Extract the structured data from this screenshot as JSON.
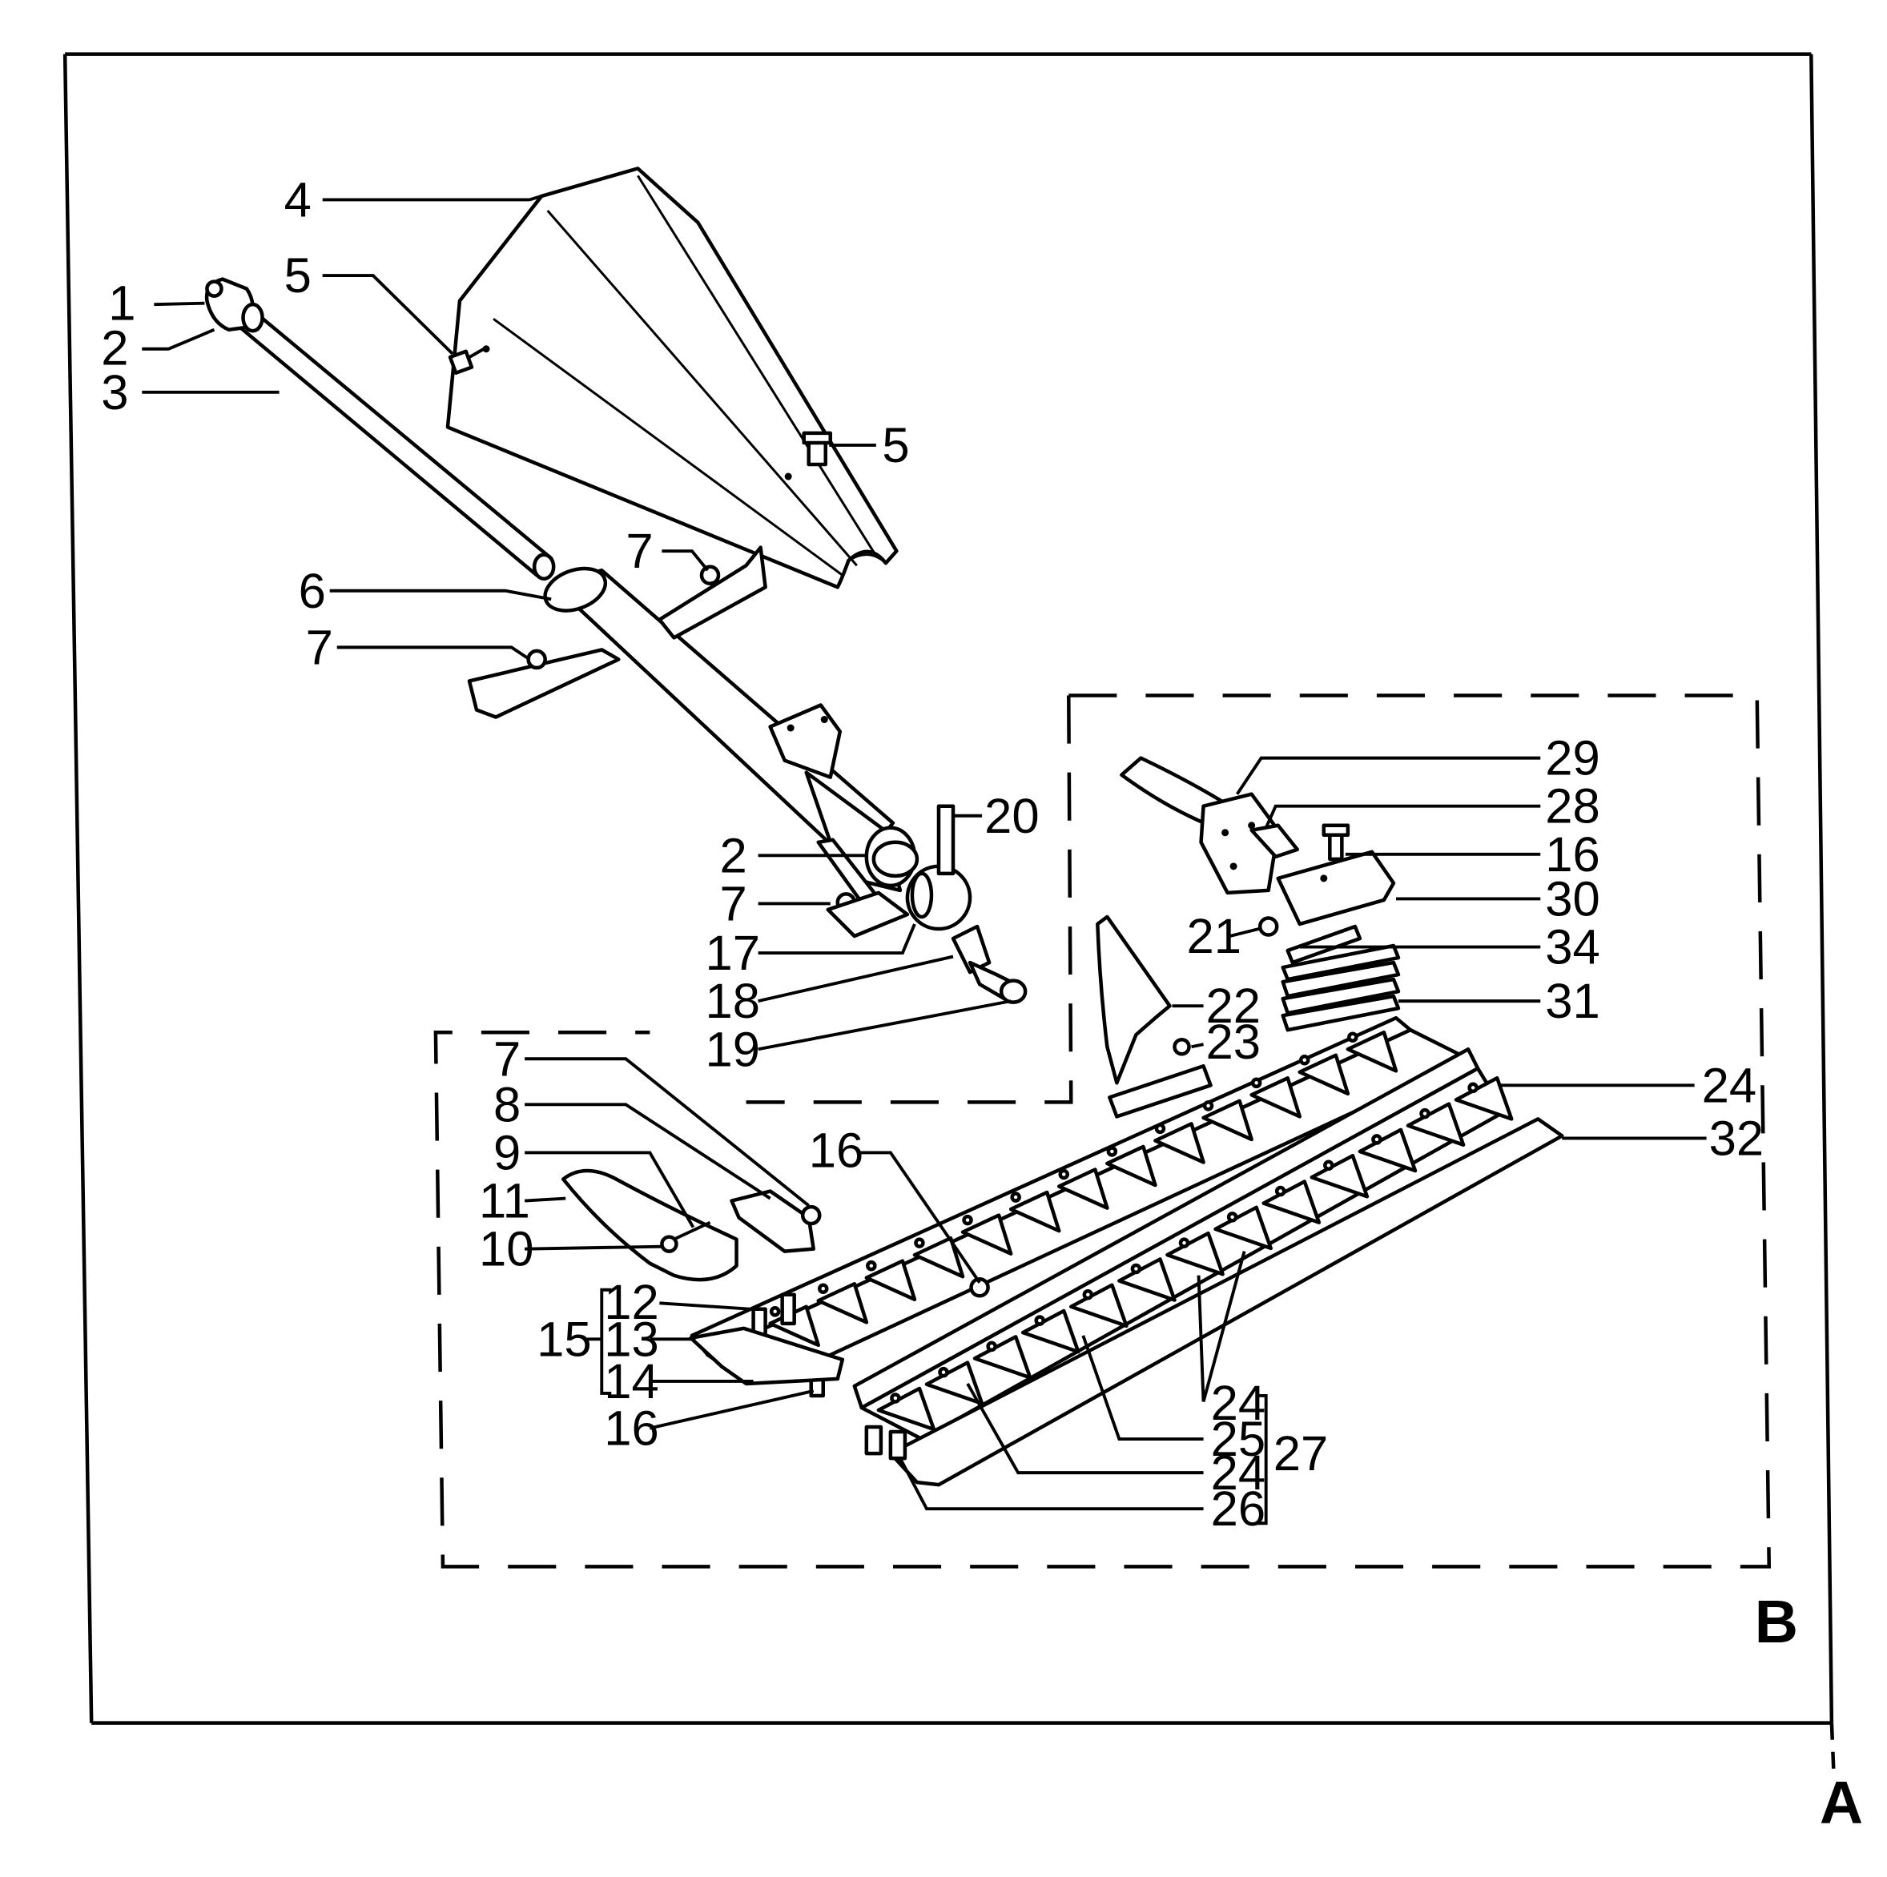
{
  "corner_labels": {
    "a": "A",
    "b": "B"
  },
  "callouts": {
    "n1": "1",
    "n2a": "2",
    "n3": "3",
    "n4": "4",
    "n5a": "5",
    "n5b": "5",
    "n6": "6",
    "n7a": "7",
    "n7b": "7",
    "n20": "20",
    "n2b": "2",
    "n7c": "7",
    "n17": "17",
    "n18": "18",
    "n19": "19",
    "n29": "29",
    "n28": "28",
    "n16a": "16",
    "n30": "30",
    "n21": "21",
    "n34": "34",
    "n31": "31",
    "n22": "22",
    "n23": "23",
    "n24a": "24",
    "n32": "32",
    "n7d": "7",
    "n8": "8",
    "n9": "9",
    "n11": "11",
    "n10": "10",
    "n16b": "16",
    "n12": "12",
    "n15": "15",
    "n13": "13",
    "n14": "14",
    "n16c": "16",
    "n24b": "24",
    "n25": "25",
    "n24c": "24",
    "n27": "27",
    "n26": "26"
  },
  "icons": {
    "shield": "conical-guard-icon",
    "shaft": "drive-shaft-icon",
    "tube": "shaft-housing-tube-icon",
    "cutter_bar": "cutter-bar-icon",
    "knife": "sickle-knife-icon",
    "shoes": "skid-shoe-icon"
  }
}
